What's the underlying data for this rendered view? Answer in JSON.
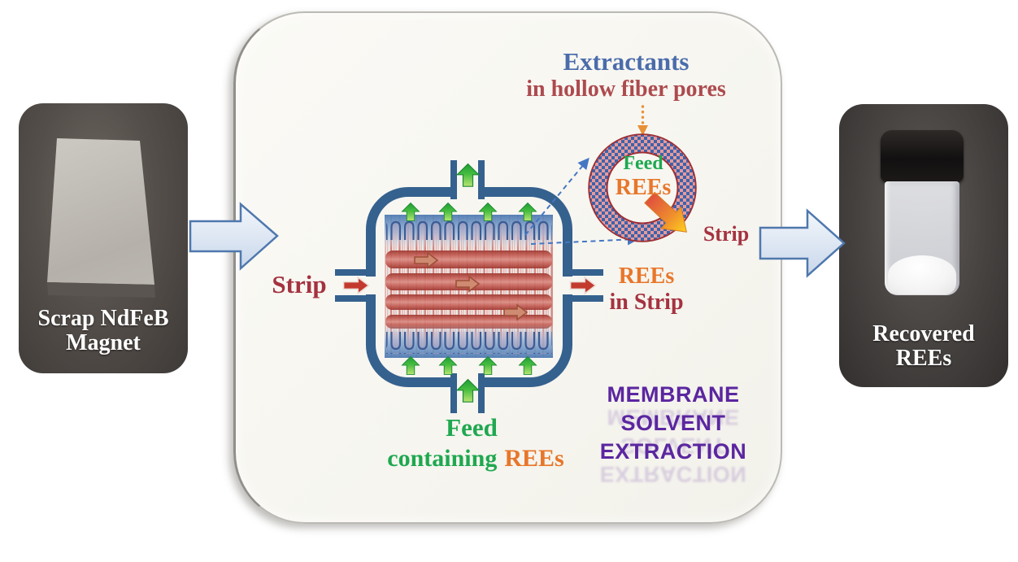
{
  "title_area": {
    "extractants": "Extractants",
    "pores": "in hollow fiber pores"
  },
  "ring": {
    "feed": "Feed",
    "rees": "REEs",
    "strip": "Strip"
  },
  "module": {
    "strip_in": "Strip",
    "out_line1": "REEs",
    "out_line2": "in Strip",
    "feed": "Feed",
    "containing": "containing",
    "rees": "REEs"
  },
  "process": {
    "line1": "MEMBRANE",
    "line2": "SOLVENT",
    "line3": "EXTRACTION"
  },
  "left_photo": {
    "line1": "Scrap NdFeB",
    "line2": "Magnet"
  },
  "right_photo": {
    "line1": "Recovered",
    "line2": "REEs"
  },
  "colors": {
    "module_blue": "#35618e",
    "title_blue": "#4a6cab",
    "dark_red": "#a53240",
    "green": "#1fa850",
    "orange": "#e8762a",
    "purple": "#5b26a0",
    "flow_arrow_fill": "#dde7f3",
    "flow_arrow_border": "#4f78ad",
    "panel_bg": "#f7f6f1",
    "checker_blue": "#3c63ad",
    "checker_pink": "#e79a9a"
  }
}
